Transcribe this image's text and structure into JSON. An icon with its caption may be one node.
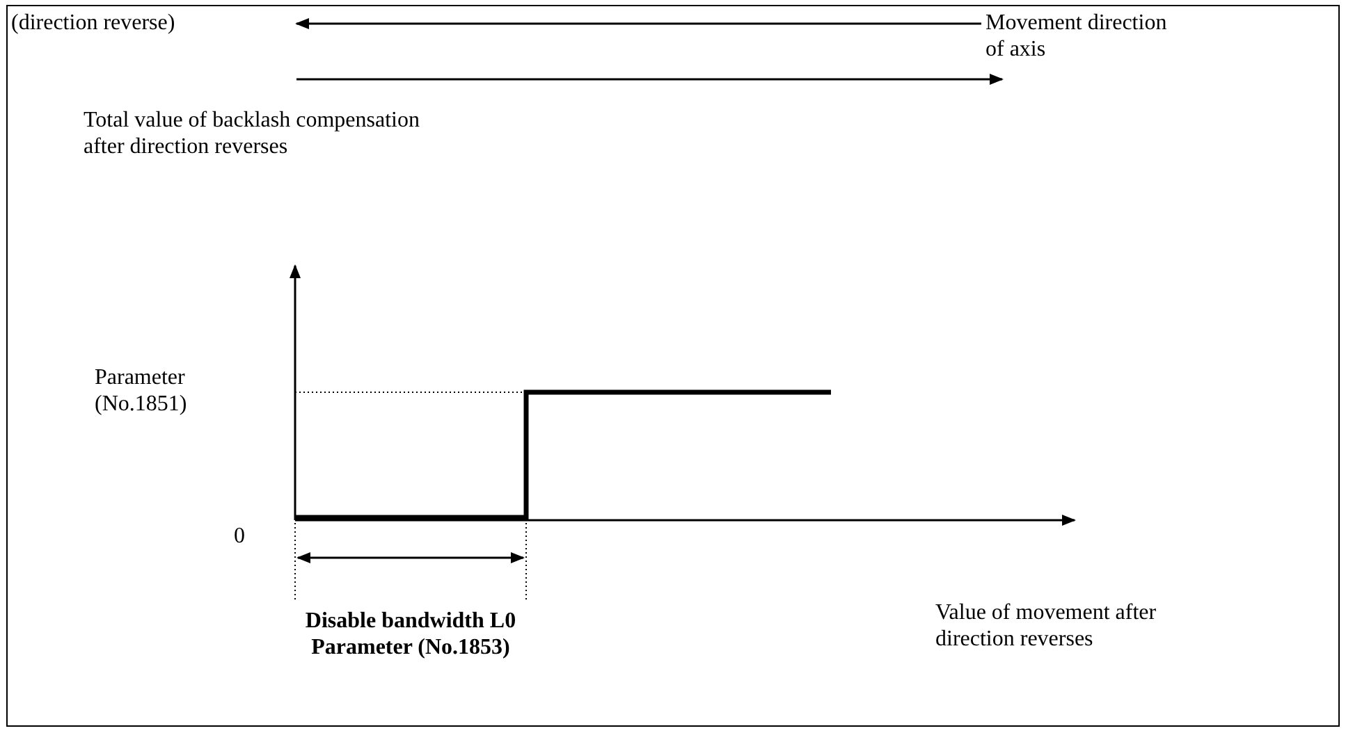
{
  "diagram": {
    "labels": [
      "(direction reverse)",
      "Movement direction of axis",
      "Total value of backlash compensation after direction reverses",
      "Parameter (No.1851)",
      "0",
      "Disable bandwidth L0 Parameter (No.1853)",
      "Value of movement after direction reverses"
    ]
  }
}
